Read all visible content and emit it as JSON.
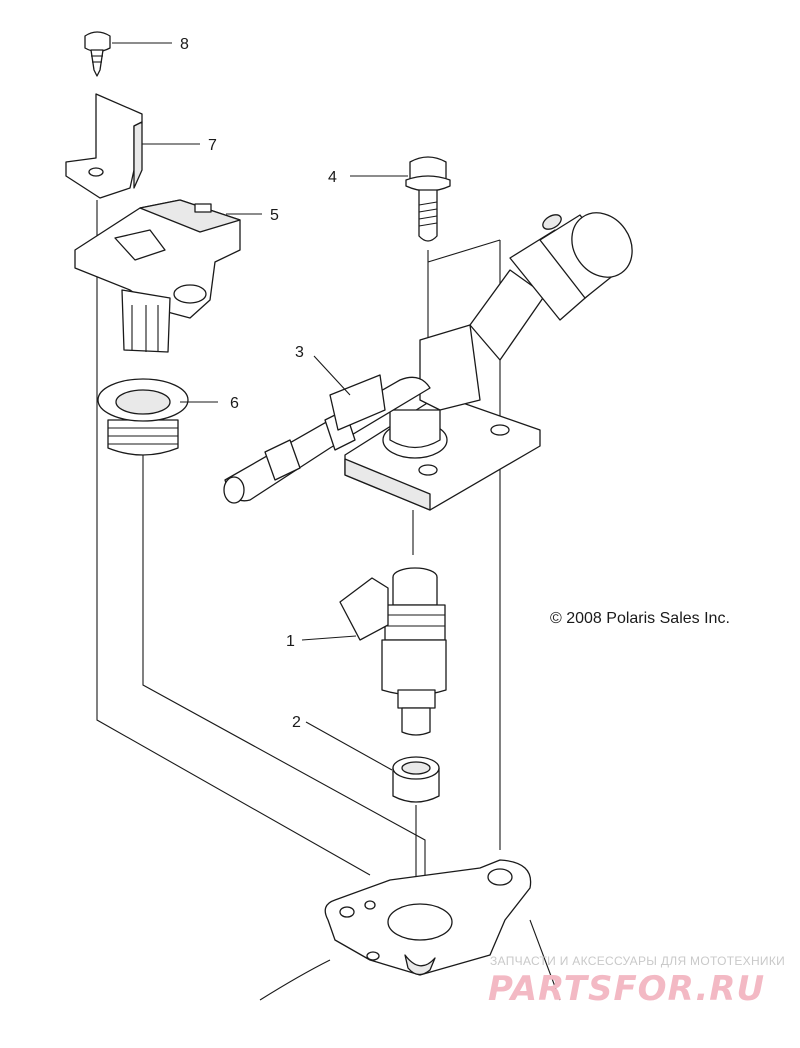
{
  "copyright": "© 2008 Polaris Sales Inc.",
  "watermark": {
    "subtitle": "ЗАПЧАСТИ И АКСЕССУАРЫ ДЛЯ МОТОТЕХНИКИ",
    "logo_text": "PARTSFOR.RU"
  },
  "callouts": [
    {
      "id": "8",
      "label": "8"
    },
    {
      "id": "7",
      "label": "7"
    },
    {
      "id": "5",
      "label": "5"
    },
    {
      "id": "4",
      "label": "4"
    },
    {
      "id": "3",
      "label": "3"
    },
    {
      "id": "6",
      "label": "6"
    },
    {
      "id": "1",
      "label": "1"
    },
    {
      "id": "2",
      "label": "2"
    }
  ],
  "parts": [
    "screw",
    "bracket",
    "sensor",
    "bolt",
    "fuel-rail",
    "plug",
    "injector",
    "seal",
    "throttle-body"
  ],
  "colors": {
    "line": "#1a1a1a",
    "watermark_logo": "#f3b9c4",
    "watermark_text": "#c9c9c9"
  }
}
